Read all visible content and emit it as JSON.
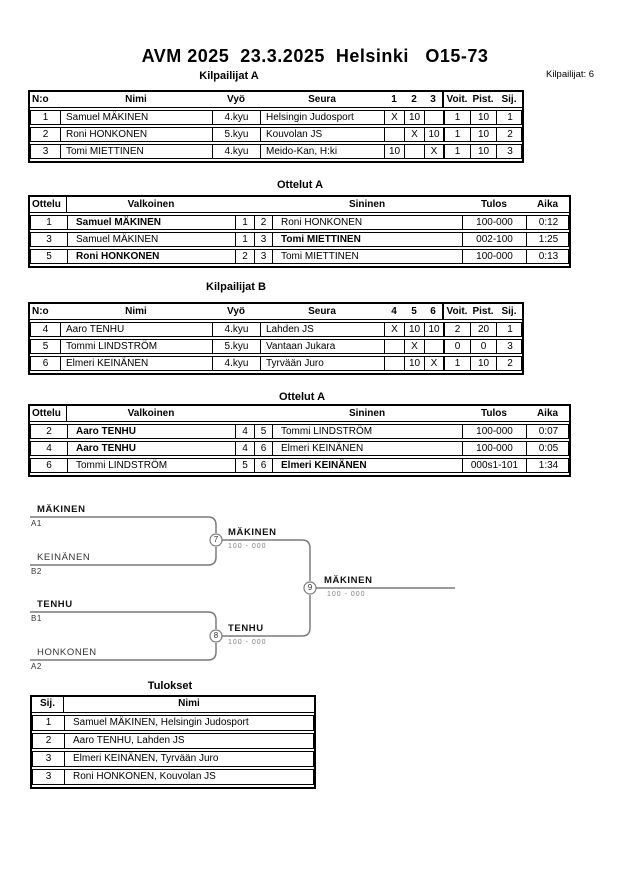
{
  "page": {
    "title": "AVM 2025  23.3.2025  Helsinki   O15-73",
    "competitors_label": "Kilpailijat: 6"
  },
  "colors": {
    "table_border": "#000000",
    "bracket_line": "#7a7a7a",
    "score_text": "#808080"
  },
  "poolA": {
    "title": "Kilpailijat A",
    "headers": {
      "no": "N:o",
      "name": "Nimi",
      "belt": "Vyö",
      "club": "Seura",
      "c1": "1",
      "c2": "2",
      "c3": "3",
      "wins": "Voit.",
      "points": "Pist.",
      "place": "Sij."
    },
    "rows": [
      {
        "no": "1",
        "name": "Samuel MÄKINEN",
        "belt": "4.kyu",
        "club": "Helsingin Judosport",
        "c1": "X",
        "c2": "10",
        "c3": "",
        "wins": "1",
        "points": "10",
        "place": "1"
      },
      {
        "no": "2",
        "name": "Roni HONKONEN",
        "belt": "5.kyu",
        "club": "Kouvolan JS",
        "c1": "",
        "c2": "X",
        "c3": "10",
        "wins": "1",
        "points": "10",
        "place": "2"
      },
      {
        "no": "3",
        "name": "Tomi MIETTINEN",
        "belt": "4.kyu",
        "club": "Meido-Kan, H:ki",
        "c1": "10",
        "c2": "",
        "c3": "X",
        "wins": "1",
        "points": "10",
        "place": "3"
      }
    ]
  },
  "matchesA": {
    "title": "Ottelut A",
    "headers": {
      "match": "Ottelu",
      "white": "Valkoinen",
      "blue": "Sininen",
      "result": "Tulos",
      "time": "Aika"
    },
    "rows": [
      {
        "match": "1",
        "white": "Samuel MÄKINEN",
        "white_winner": true,
        "n1": "1",
        "n2": "2",
        "blue": "Roni HONKONEN",
        "blue_winner": false,
        "result": "100-000",
        "time": "0:12"
      },
      {
        "match": "3",
        "white": "Samuel MÄKINEN",
        "white_winner": false,
        "n1": "1",
        "n2": "3",
        "blue": "Tomi MIETTINEN",
        "blue_winner": true,
        "result": "002-100",
        "time": "1:25"
      },
      {
        "match": "5",
        "white": "Roni HONKONEN",
        "white_winner": true,
        "n1": "2",
        "n2": "3",
        "blue": "Tomi MIETTINEN",
        "blue_winner": false,
        "result": "100-000",
        "time": "0:13"
      }
    ]
  },
  "poolB": {
    "title": "Kilpailijat B",
    "headers": {
      "no": "N:o",
      "name": "Nimi",
      "belt": "Vyö",
      "club": "Seura",
      "c1": "4",
      "c2": "5",
      "c3": "6",
      "wins": "Voit.",
      "points": "Pist.",
      "place": "Sij."
    },
    "rows": [
      {
        "no": "4",
        "name": "Aaro TENHU",
        "belt": "4.kyu",
        "club": "Lahden JS",
        "c1": "X",
        "c2": "10",
        "c3": "10",
        "wins": "2",
        "points": "20",
        "place": "1"
      },
      {
        "no": "5",
        "name": "Tommi LINDSTRÖM",
        "belt": "5.kyu",
        "club": "Vantaan Jukara",
        "c1": "",
        "c2": "X",
        "c3": "",
        "wins": "0",
        "points": "0",
        "place": "3"
      },
      {
        "no": "6",
        "name": "Elmeri KEINÄNEN",
        "belt": "4.kyu",
        "club": "Tyrvään Juro",
        "c1": "",
        "c2": "10",
        "c3": "X",
        "wins": "1",
        "points": "10",
        "place": "2"
      }
    ]
  },
  "matchesB": {
    "title": "Ottelut A",
    "headers": {
      "match": "Ottelu",
      "white": "Valkoinen",
      "blue": "Sininen",
      "result": "Tulos",
      "time": "Aika"
    },
    "rows": [
      {
        "match": "2",
        "white": "Aaro TENHU",
        "white_winner": true,
        "n1": "4",
        "n2": "5",
        "blue": "Tommi LINDSTRÖM",
        "blue_winner": false,
        "result": "100-000",
        "time": "0:07"
      },
      {
        "match": "4",
        "white": "Aaro TENHU",
        "white_winner": true,
        "n1": "4",
        "n2": "6",
        "blue": "Elmeri KEINÄNEN",
        "blue_winner": false,
        "result": "100-000",
        "time": "0:05"
      },
      {
        "match": "6",
        "white": "Tommi LINDSTRÖM",
        "white_winner": false,
        "n1": "5",
        "n2": "6",
        "blue": "Elmeri KEINÄNEN",
        "blue_winner": true,
        "result": "000s1-101",
        "time": "1:34"
      }
    ]
  },
  "bracket": {
    "semi1": {
      "top_name": "MÄKINEN",
      "top_seed": "A1",
      "bottom_name": "KEINÄNEN",
      "bottom_seed": "B2",
      "match_no": "7",
      "winner": "MÄKINEN",
      "score": "100 - 000"
    },
    "semi2": {
      "top_name": "TENHU",
      "top_seed": "B1",
      "bottom_name": "HONKONEN",
      "bottom_seed": "A2",
      "match_no": "8",
      "winner": "TENHU",
      "score": "100 - 000"
    },
    "final": {
      "match_no": "9",
      "winner": "MÄKINEN",
      "score": "100 - 000"
    }
  },
  "results": {
    "title": "Tulokset",
    "headers": {
      "place": "Sij.",
      "name": "Nimi"
    },
    "rows": [
      {
        "place": "1",
        "name": "Samuel MÄKINEN, Helsingin Judosport"
      },
      {
        "place": "2",
        "name": "Aaro TENHU, Lahden JS"
      },
      {
        "place": "3",
        "name": "Elmeri KEINÄNEN, Tyrvään Juro"
      },
      {
        "place": "3",
        "name": "Roni HONKONEN, Kouvolan JS"
      }
    ]
  }
}
